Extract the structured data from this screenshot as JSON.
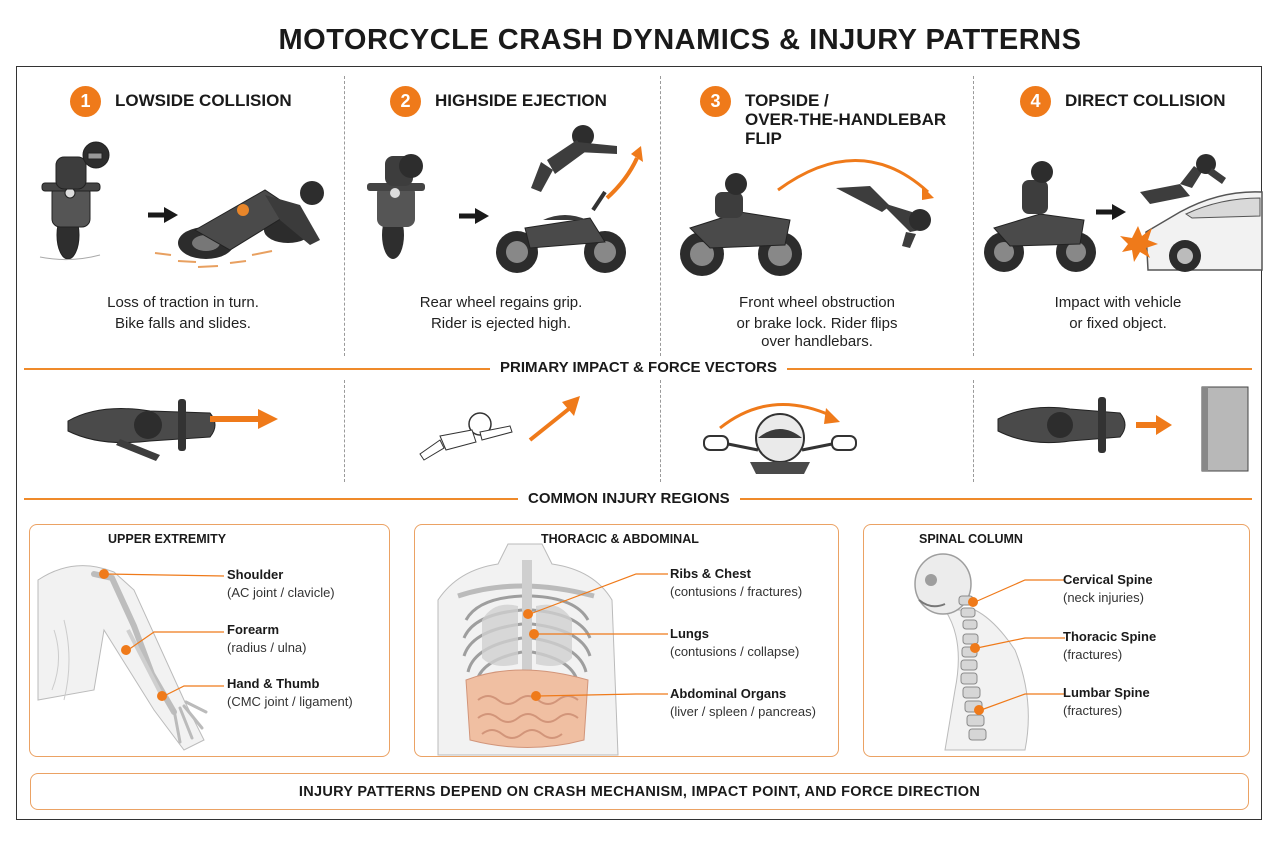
{
  "title": "MOTORCYCLE CRASH DYNAMICS & INJURY PATTERNS",
  "steps": [
    {
      "num": "1",
      "title": "LOWSIDE COLLISION",
      "desc1": "Loss of traction in turn.",
      "desc2": "Bike falls and slides."
    },
    {
      "num": "2",
      "title": "HIGHSIDE EJECTION",
      "desc1": "Rear wheel regains grip.",
      "desc2": "Rider is ejected high."
    },
    {
      "num": "3",
      "title1": "TOPSIDE /",
      "title2": "OVER-THE-HANDLEBAR",
      "title3": "FLIP",
      "desc1": "Front wheel obstruction",
      "desc2": "or brake lock. Rider flips",
      "desc3": "over handlebars."
    },
    {
      "num": "4",
      "title": "DIRECT COLLISION",
      "desc1": "Impact with vehicle",
      "desc2": "or fixed object."
    }
  ],
  "section_force": "PRIMARY IMPACT & FORCE VECTORS",
  "section_injury": "COMMON INJURY REGIONS",
  "regions": {
    "upper": {
      "title": "UPPER EXTREMITY",
      "labels": [
        {
          "name": "Shoulder",
          "detail": "(AC joint / clavicle)"
        },
        {
          "name": "Forearm",
          "detail": "(radius / ulna)"
        },
        {
          "name": "Hand & Thumb",
          "detail": "(CMC joint / ligament)"
        }
      ]
    },
    "thoracic": {
      "title": "THORACIC & ABDOMINAL",
      "labels": [
        {
          "name": "Ribs & Chest",
          "detail": "(contusions / fractures)"
        },
        {
          "name": "Lungs",
          "detail": "(contusions / collapse)"
        },
        {
          "name": "Abdominal Organs",
          "detail": "(liver / spleen / pancreas)"
        }
      ]
    },
    "spinal": {
      "title": "SPINAL COLUMN",
      "labels": [
        {
          "name": "Cervical Spine",
          "detail": "(neck injuries)"
        },
        {
          "name": "Thoracic Spine",
          "detail": "(fractures)"
        },
        {
          "name": "Lumbar Spine",
          "detail": "(fractures)"
        }
      ]
    }
  },
  "footer": "INJURY PATTERNS DEPEND ON CRASH MECHANISM, IMPACT POINT, AND FORCE DIRECTION",
  "colors": {
    "accent": "#ef7a1a",
    "box_border": "#eba264",
    "divider": "#9a9a9a"
  }
}
